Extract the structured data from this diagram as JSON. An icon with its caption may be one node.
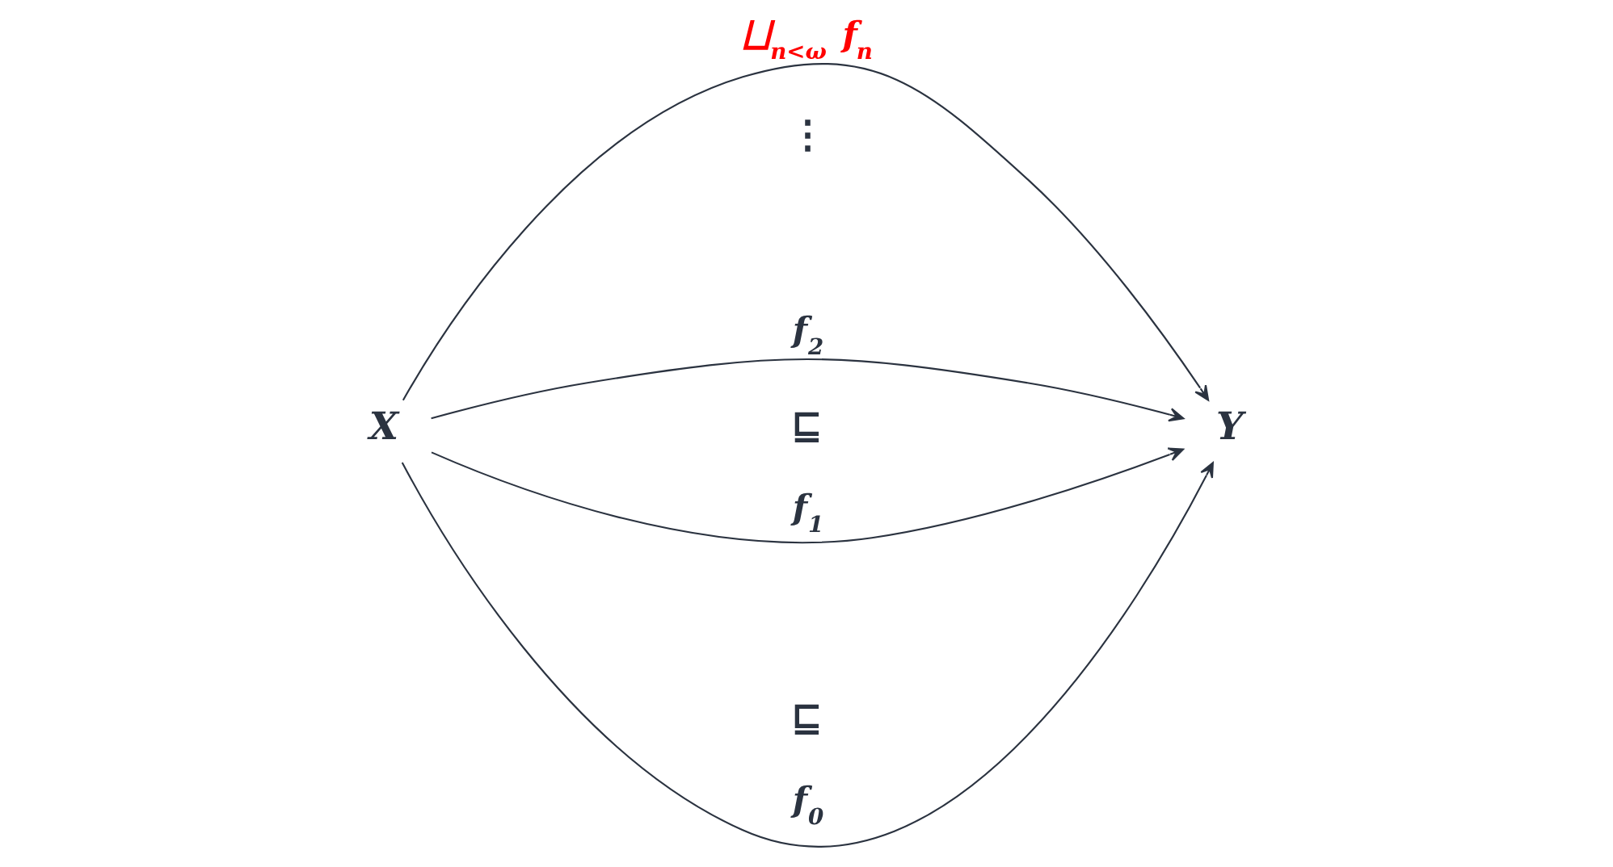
{
  "diagram": {
    "nodes": [
      {
        "text": [
          "X"
        ]
      },
      {
        "text": [
          "Y"
        ]
      }
    ],
    "edges": [
      {
        "from": 0,
        "to": 1,
        "arrow": "to",
        "label": "⨆$_{n<ω}$ f$_{n}$"
      },
      {
        "from": 0,
        "to": 1,
        "arrow": "to",
        "label": "f$_{2}$"
      },
      {
        "from": 0,
        "to": 1,
        "arrow": "to",
        "label": "f$_{1}$"
      },
      {
        "from": 0,
        "to": 1,
        "arrow": "to",
        "label": "f$_{0}$"
      }
    ],
    "labels": [
      "⋮",
      "⊑",
      "⊑"
    ]
  }
}
